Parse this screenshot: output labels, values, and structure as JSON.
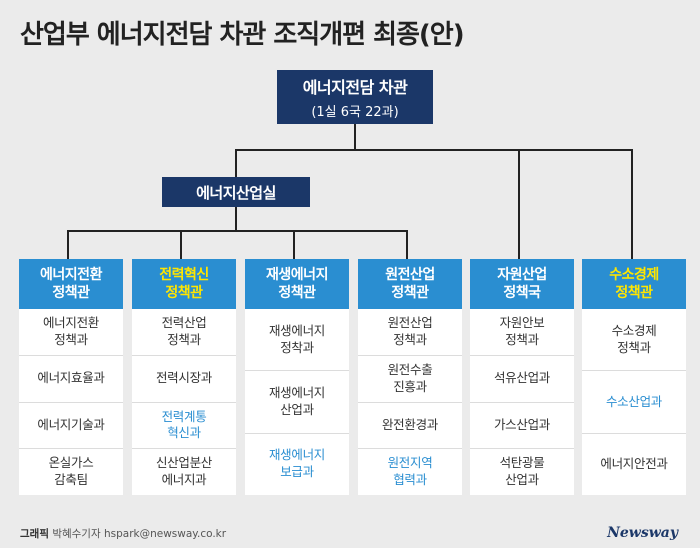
{
  "title": "산업부 에너지전담 차관 조직개편 최종(안)",
  "top": {
    "line1": "에너지전담 차관",
    "line2": "(1실 6국 22과)"
  },
  "office": "에너지산업실",
  "columns": [
    {
      "head1": "에너지전환",
      "head2": "정책관",
      "highlight": false,
      "items": [
        {
          "text": "에너지전환\n정책과",
          "highlight": false
        },
        {
          "text": "에너지효율과",
          "highlight": false
        },
        {
          "text": "에너지기술과",
          "highlight": false
        },
        {
          "text": "온실가스\n감축팀",
          "highlight": false
        }
      ]
    },
    {
      "head1": "전력혁신",
      "head2": "정책관",
      "highlight": true,
      "items": [
        {
          "text": "전력산업\n정책과",
          "highlight": false
        },
        {
          "text": "전력시장과",
          "highlight": false
        },
        {
          "text": "전력계통\n혁신과",
          "highlight": true
        },
        {
          "text": "신산업분산\n에너지과",
          "highlight": false
        }
      ]
    },
    {
      "head1": "재생에너지",
      "head2": "정책관",
      "highlight": false,
      "items": [
        {
          "text": "재생에너지\n정착과",
          "highlight": false
        },
        {
          "text": "재생에너지\n산업과",
          "highlight": false
        },
        {
          "text": "재생에너지\n보급과",
          "highlight": true
        }
      ]
    },
    {
      "head1": "원전산업",
      "head2": "정책관",
      "highlight": false,
      "items": [
        {
          "text": "원전산업\n정책과",
          "highlight": false
        },
        {
          "text": "원전수출\n진흥과",
          "highlight": false
        },
        {
          "text": "완전환경과",
          "highlight": false
        },
        {
          "text": "원전지역\n협력과",
          "highlight": true
        }
      ]
    },
    {
      "head1": "자원산업",
      "head2": "정책국",
      "highlight": false,
      "items": [
        {
          "text": "자원안보\n정책과",
          "highlight": false
        },
        {
          "text": "석유산업과",
          "highlight": false
        },
        {
          "text": "가스산업과",
          "highlight": false
        },
        {
          "text": "석탄광물\n산업과",
          "highlight": false
        }
      ]
    },
    {
      "head1": "수소경제",
      "head2": "정책관",
      "highlight": true,
      "items": [
        {
          "text": "수소경제\n정책과",
          "highlight": false
        },
        {
          "text": "수소산업과",
          "highlight": true
        },
        {
          "text": "에너지안전과",
          "highlight": false
        }
      ]
    }
  ],
  "footer": {
    "credit_label": "그래픽",
    "credit_text": "박혜수기자 hspark@newsway.co.kr",
    "logo": "Newsway"
  },
  "colors": {
    "navy": "#1b3768",
    "blue": "#2a8ed1",
    "yellow": "#ffe600"
  }
}
